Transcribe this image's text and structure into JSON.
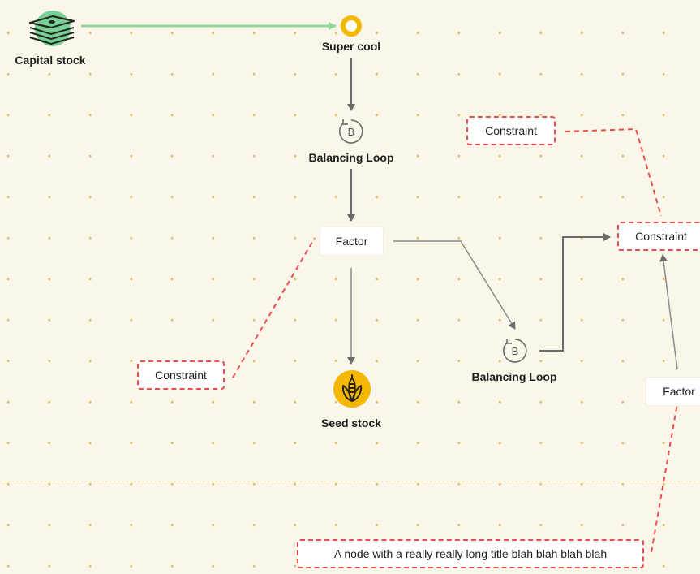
{
  "nodes": {
    "capital_stock": {
      "label": "Capital stock",
      "icon": "money-stack-icon"
    },
    "super_cool": {
      "label": "Super cool",
      "icon": "ring-icon"
    },
    "balancing_loop_1": {
      "label": "Balancing Loop",
      "badge": "B"
    },
    "factor_1": {
      "label": "Factor"
    },
    "seed_stock": {
      "label": "Seed stock",
      "icon": "corn-icon"
    },
    "constraint_left": {
      "label": "Constraint"
    },
    "constraint_top_right": {
      "label": "Constraint"
    },
    "constraint_right": {
      "label": "Constraint"
    },
    "balancing_loop_2": {
      "label": "Balancing Loop",
      "badge": "B"
    },
    "factor_2": {
      "label": "Factor"
    },
    "long_node": {
      "label": "A node with a really really long title blah blah blah blah"
    }
  },
  "colors": {
    "background": "#faf6ea",
    "grid_dot": "#e2c06b",
    "flow_edge": "#8fd99a",
    "causal_edge": "#6b6b6b",
    "constraint_edge": "#ee4b4b",
    "capital_circle": "#79cf95",
    "super_cool_ring": "#f5b800",
    "seed_circle": "#f5b800"
  }
}
